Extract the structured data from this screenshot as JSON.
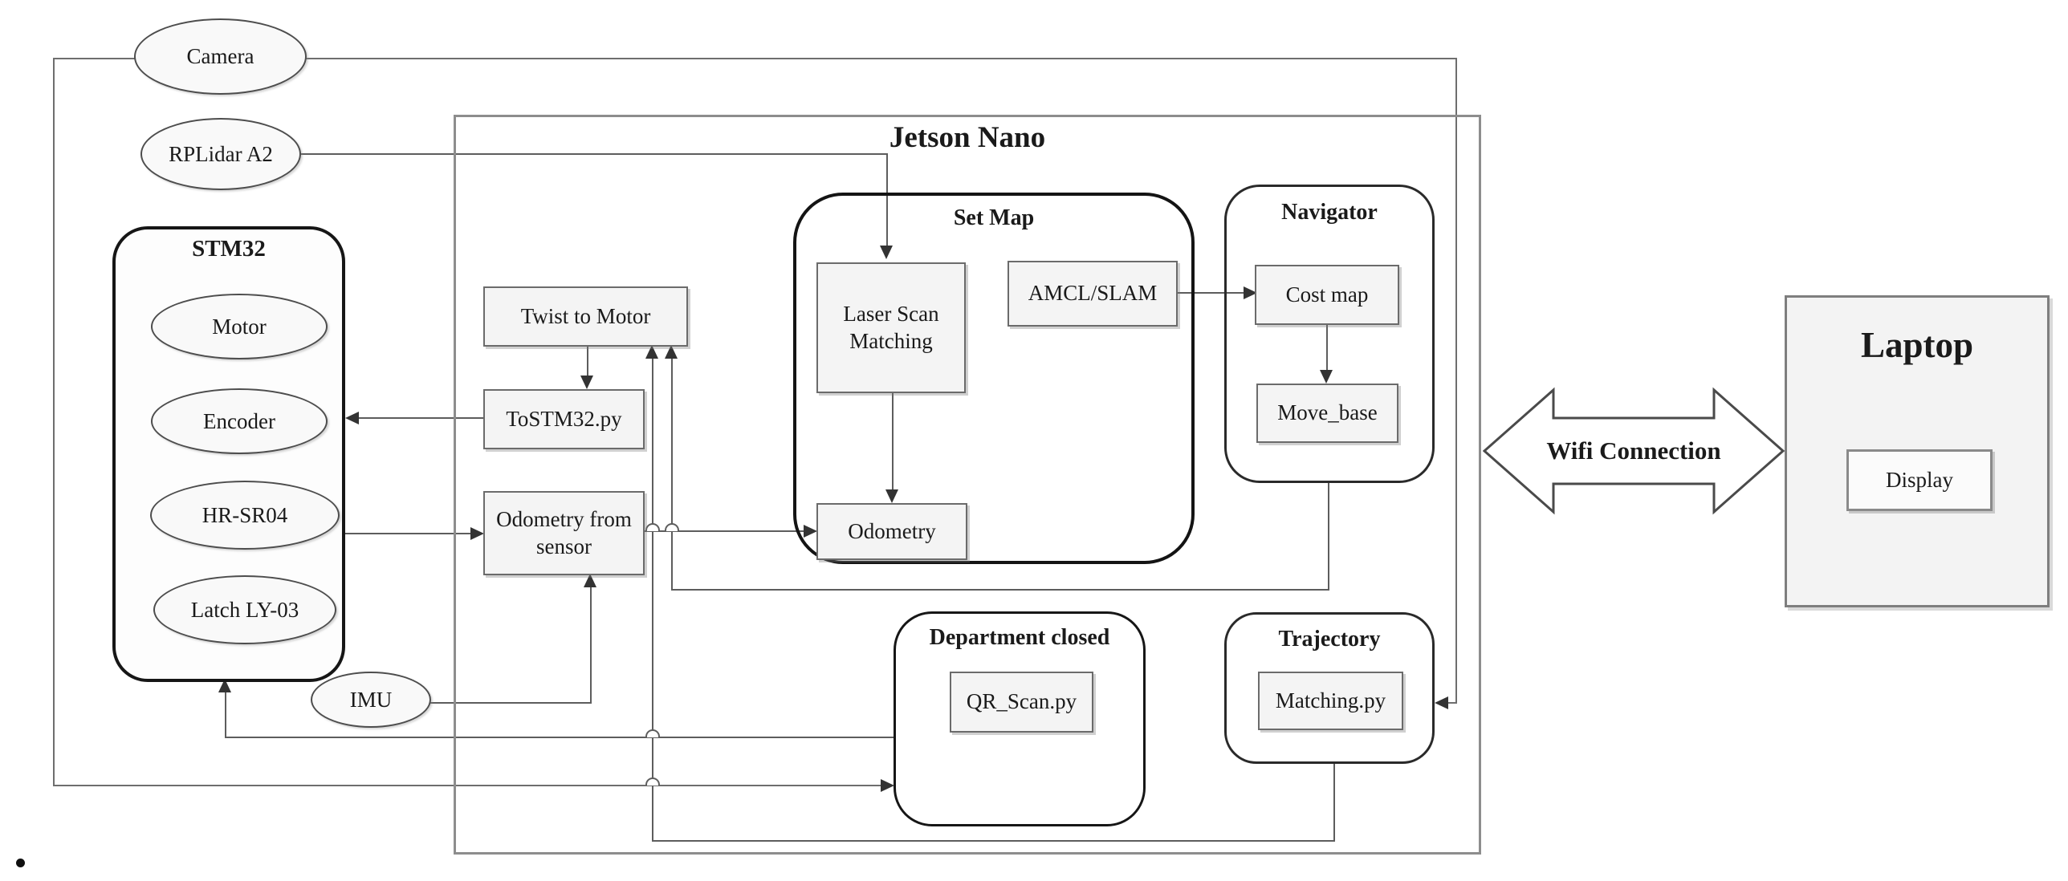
{
  "diagram": {
    "sensors": {
      "camera": "Camera",
      "rplidar": "RPLidar A2",
      "imu": "IMU"
    },
    "stm32": {
      "title": "STM32",
      "motor": "Motor",
      "encoder": "Encoder",
      "ultrasonic": "HR-SR04",
      "latch": "Latch LY-03"
    },
    "jetson": {
      "title": "Jetson Nano",
      "twist_to_motor": "Twist to Motor",
      "to_stm32": "ToSTM32.py",
      "odometry_from_sensor": "Odometry from sensor",
      "set_map": {
        "title": "Set Map",
        "laser_scan_matching": "Laser Scan Matching",
        "amcl_slam": "AMCL/SLAM",
        "odometry": "Odometry"
      },
      "navigator": {
        "title": "Navigator",
        "cost_map": "Cost map",
        "move_base": "Move_base"
      },
      "department_closed": {
        "title": "Department closed",
        "qr_scan": "QR_Scan.py"
      },
      "trajectory": {
        "title": "Trajectory",
        "matching": "Matching.py"
      }
    },
    "wifi": {
      "label": "Wifi Connection"
    },
    "laptop": {
      "title": "Laptop",
      "display": "Display"
    }
  }
}
